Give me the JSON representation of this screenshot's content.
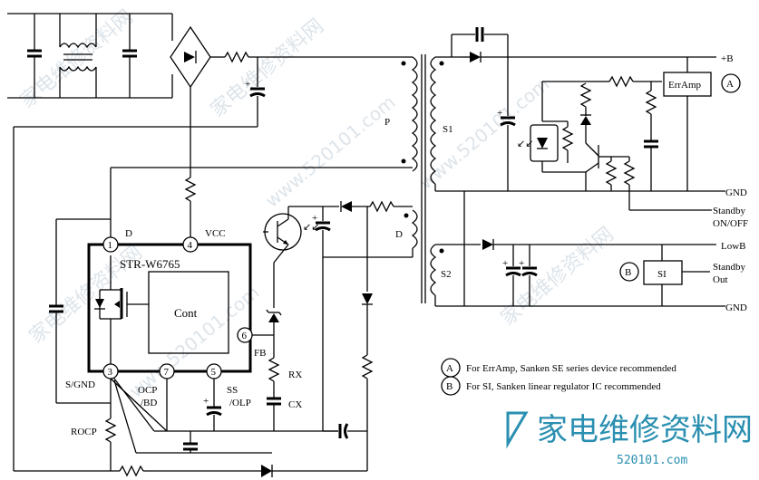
{
  "title_fragment": "Typical Application",
  "ic": {
    "part": "STR-W6765",
    "block": "Cont",
    "pins": [
      {
        "num": "1",
        "name": "D"
      },
      {
        "num": "4",
        "name": "VCC"
      },
      {
        "num": "6",
        "name": "FB"
      },
      {
        "num": "3",
        "name": "S/GND"
      },
      {
        "num": "7",
        "name": "OCP\n/BD"
      },
      {
        "num": "5",
        "name": "SS\n/OLP"
      }
    ]
  },
  "labels": {
    "primary": "P",
    "aux": "D",
    "s1": "S1",
    "s2": "S2",
    "plus_b": "+B",
    "gnd1": "GND",
    "gnd2": "GND",
    "lowb": "LowB",
    "rx": "RX",
    "cx": "CX",
    "rocp": "ROCP",
    "erramp": "ErrAmp",
    "si": "SI",
    "standby_onoff": "Standby\nON/OFF",
    "standby_out": "Standby\nOut",
    "mark_a": "A",
    "mark_b": "B"
  },
  "notes": [
    {
      "mark": "A",
      "text": "For ErrAmp, Sanken SE series device recommended"
    },
    {
      "mark": "B",
      "text": "For SI, Sanken linear regulator IC recommended"
    }
  ],
  "watermark": {
    "cn": "家电维修资料网",
    "site": "www.520101.com",
    "logo_cn": "家电维修资料网",
    "logo_num": "520101.com"
  }
}
